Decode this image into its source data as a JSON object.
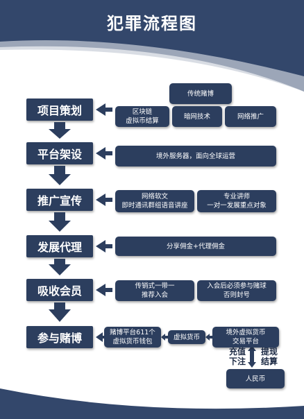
{
  "title": "犯罪流程图",
  "stages": [
    {
      "label": "项目策划"
    },
    {
      "label": "平台架设"
    },
    {
      "label": "推广宣传"
    },
    {
      "label": "发展代理"
    },
    {
      "label": "吸收会员"
    },
    {
      "label": "参与赌博"
    }
  ],
  "boxes": {
    "traditional_gambling": "传统赌博",
    "blockchain_line1": "区块链",
    "blockchain_line2": "虚拟币结算",
    "darknet": "暗网技术",
    "online_promo": "网络推广",
    "overseas_servers": "境外服务器，面向全球运营",
    "promo_soft_line1": "网络软文",
    "promo_soft_line2": "即时通讯群组语音讲座",
    "lecturer_line1": "专业讲师",
    "lecturer_line2": "一对一发展重点对象",
    "commission": "分享佣金+代理佣金",
    "pyramid_line1": "传销式一带一",
    "pyramid_line2": "推荐入会",
    "must_gamble_line1": "入会后必须参与赌球",
    "must_gamble_line2": "否则封号",
    "platform_wallet_line1": "赌博平台611个",
    "platform_wallet_line2": "虚拟货币钱包",
    "virtual_currency": "虚拟货币",
    "overseas_exchange_line1": "境外虚拟货币",
    "overseas_exchange_line2": "交易平台",
    "rmb": "人民币"
  },
  "labels": {
    "recharge_line1": "充值",
    "recharge_line2": "下注",
    "withdraw_line1": "提现",
    "withdraw_line2": "结算"
  },
  "colors": {
    "navy": "#2c3e5e",
    "header": "#33476b",
    "arrow": "#2c3e5e"
  }
}
